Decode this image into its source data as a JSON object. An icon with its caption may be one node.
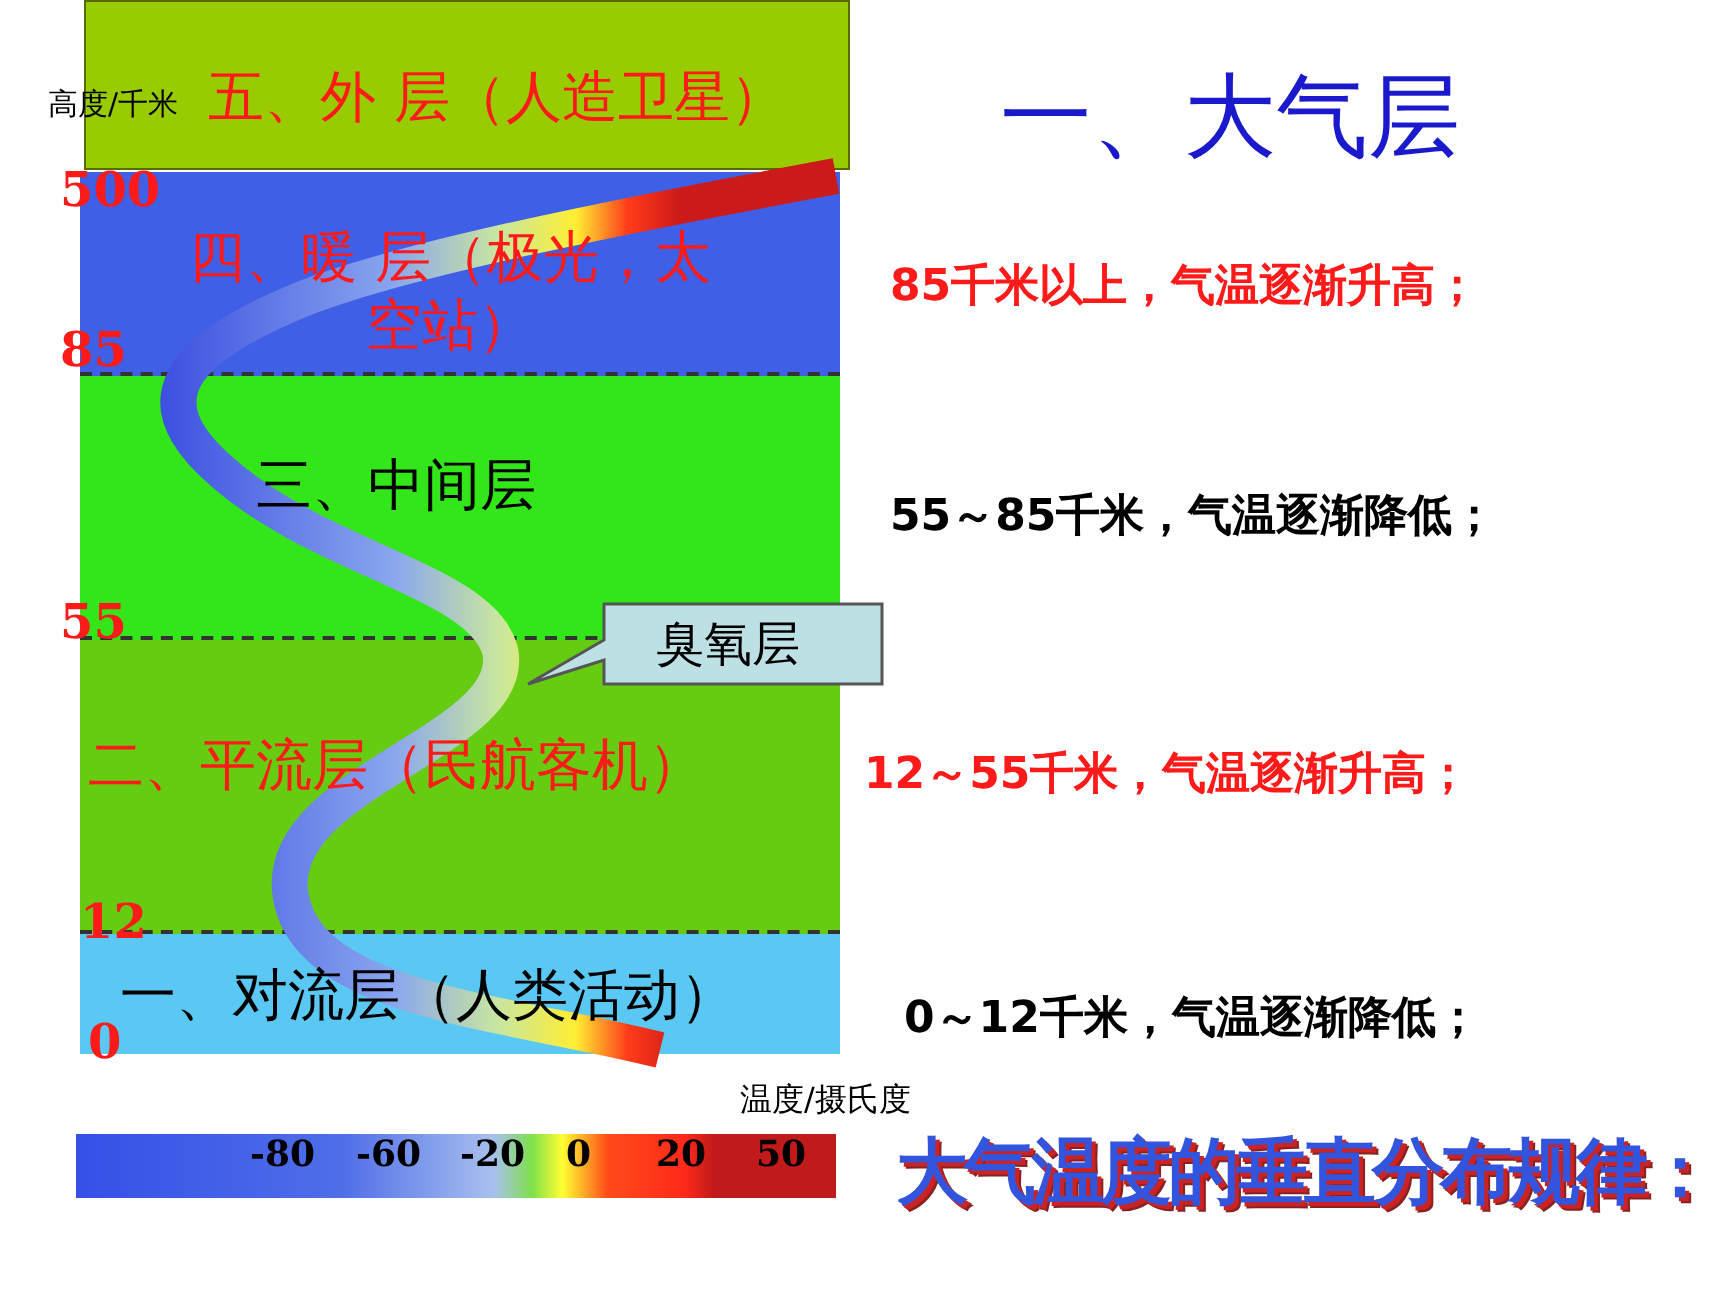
{
  "diagram": {
    "title": "一、大气层",
    "nodes": [
      {
        "text": [
          "五、外 层（人造卫星）"
        ]
      },
      {
        "text": [
          "四、暖 层（极光，太空站）"
        ]
      },
      {
        "text": [
          "三、中间层"
        ]
      },
      {
        "text": [
          "二、平流层（民航客机）"
        ]
      },
      {
        "text": [
          "一、对流层（人类活动）"
        ]
      },
      {
        "text": [
          "臭氧层"
        ]
      }
    ],
    "edges": [],
    "labels": [
      "高度/千米",
      "500",
      "85千米以上，气温逐渐升高；",
      "85",
      "55～85千米，气温逐渐降低；",
      "55",
      "12～55千米，气温逐渐升高；",
      "12",
      "0～12千米，气温逐渐降低；",
      "0",
      "温度/摄氏度",
      "-80",
      "-60",
      "-20",
      "0",
      "20",
      "50",
      "大气温度的垂直分布规律："
    ]
  }
}
